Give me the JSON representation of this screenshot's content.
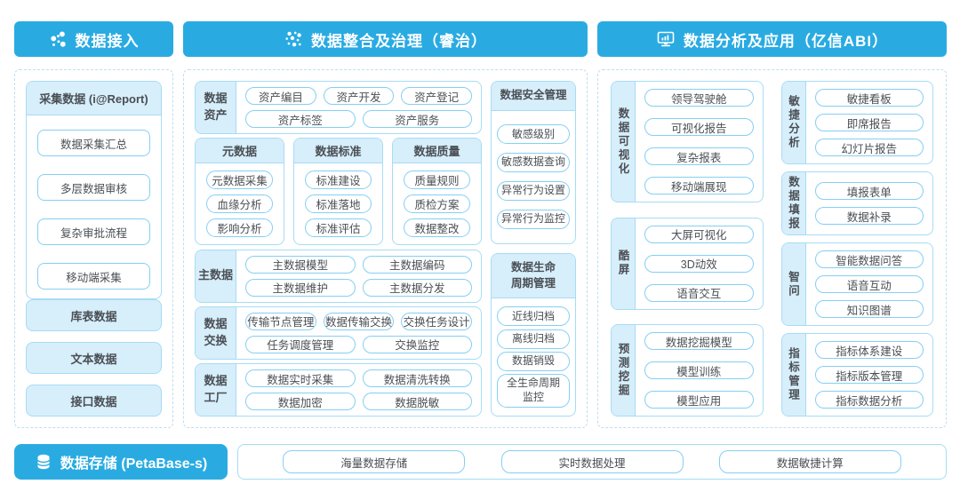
{
  "colors": {
    "accent": "#29ABE2",
    "light_fill": "#D7EEFB",
    "card_border": "#A6DCF5",
    "button_border": "#85CFF2",
    "text": "#4A4F54"
  },
  "icons": {
    "access": "network-dots-icon",
    "governance": "dots-cluster-icon",
    "analysis": "monitor-chart-icon",
    "storage": "database-icon"
  },
  "headers": {
    "access": {
      "label": "数据接入"
    },
    "governance": {
      "label": "数据整合及治理（睿治）"
    },
    "analysis": {
      "label": "数据分析及应用（亿信ABI）"
    }
  },
  "access_panel": {
    "report_card": {
      "title": "采集数据 (i@Report)",
      "items": [
        "数据采集汇总",
        "多层数据审核",
        "复杂审批流程",
        "移动端采集"
      ]
    },
    "sources": [
      "库表数据",
      "文本数据",
      "接口数据"
    ]
  },
  "governance_panel": {
    "asset_block": {
      "label": "数据\n资产",
      "rows": [
        [
          "资产编目",
          "资产开发",
          "资产登记"
        ],
        [
          "资产标签",
          "资产服务"
        ]
      ]
    },
    "standards_row": [
      {
        "title": "元数据",
        "items": [
          "元数据采集",
          "血缘分析",
          "影响分析"
        ]
      },
      {
        "title": "数据标准",
        "items": [
          "标准建设",
          "标准落地",
          "标准评估"
        ]
      },
      {
        "title": "数据质量",
        "items": [
          "质量规则",
          "质检方案",
          "数据整改"
        ]
      }
    ],
    "master_block": {
      "label": "主数据",
      "rows": [
        [
          "主数据模型",
          "主数据编码"
        ],
        [
          "主数据维护",
          "主数据分发"
        ]
      ]
    },
    "exchange_block": {
      "label": "数据\n交换",
      "rows": [
        [
          "传输节点管理",
          "数据传输交换",
          "交换任务设计"
        ],
        [
          "任务调度管理",
          "交换监控"
        ]
      ]
    },
    "factory_block": {
      "label": "数据\n工厂",
      "rows": [
        [
          "数据实时采集",
          "数据清洗转换"
        ],
        [
          "数据加密",
          "数据脱敏"
        ]
      ]
    },
    "security_card": {
      "title": "数据安全管理",
      "items": [
        "敏感级别",
        "敏感数据查询",
        "异常行为设置",
        "异常行为监控"
      ]
    },
    "lifecycle_card": {
      "title": "数据生命\n周期管理",
      "items": [
        "近线归档",
        "离线归档",
        "数据销毁",
        "全生命周期\n监控"
      ]
    }
  },
  "analysis_panel": {
    "left_blocks": [
      {
        "label": "数据可视化",
        "items": [
          "领导驾驶舱",
          "可视化报告",
          "复杂报表",
          "移动端展现"
        ]
      },
      {
        "label": "酷屏",
        "items": [
          "大屏可视化",
          "3D动效",
          "语音交互"
        ]
      },
      {
        "label": "预测挖掘",
        "items": [
          "数据挖掘模型",
          "模型训练",
          "模型应用"
        ]
      }
    ],
    "right_blocks": [
      {
        "label": "敏捷分析",
        "items": [
          "敏捷看板",
          "即席报告",
          "幻灯片报告"
        ]
      },
      {
        "label": "数据填报",
        "items": [
          "填报表单",
          "数据补录"
        ]
      },
      {
        "label": "智问",
        "items": [
          "智能数据问答",
          "语音互动",
          "知识图谱"
        ]
      },
      {
        "label": "指标管理",
        "items": [
          "指标体系建设",
          "指标版本管理",
          "指标数据分析"
        ]
      }
    ]
  },
  "storage": {
    "label": "数据存储 (PetaBase-s)",
    "items": [
      "海量数据存储",
      "实时数据处理",
      "数据敏捷计算"
    ]
  }
}
